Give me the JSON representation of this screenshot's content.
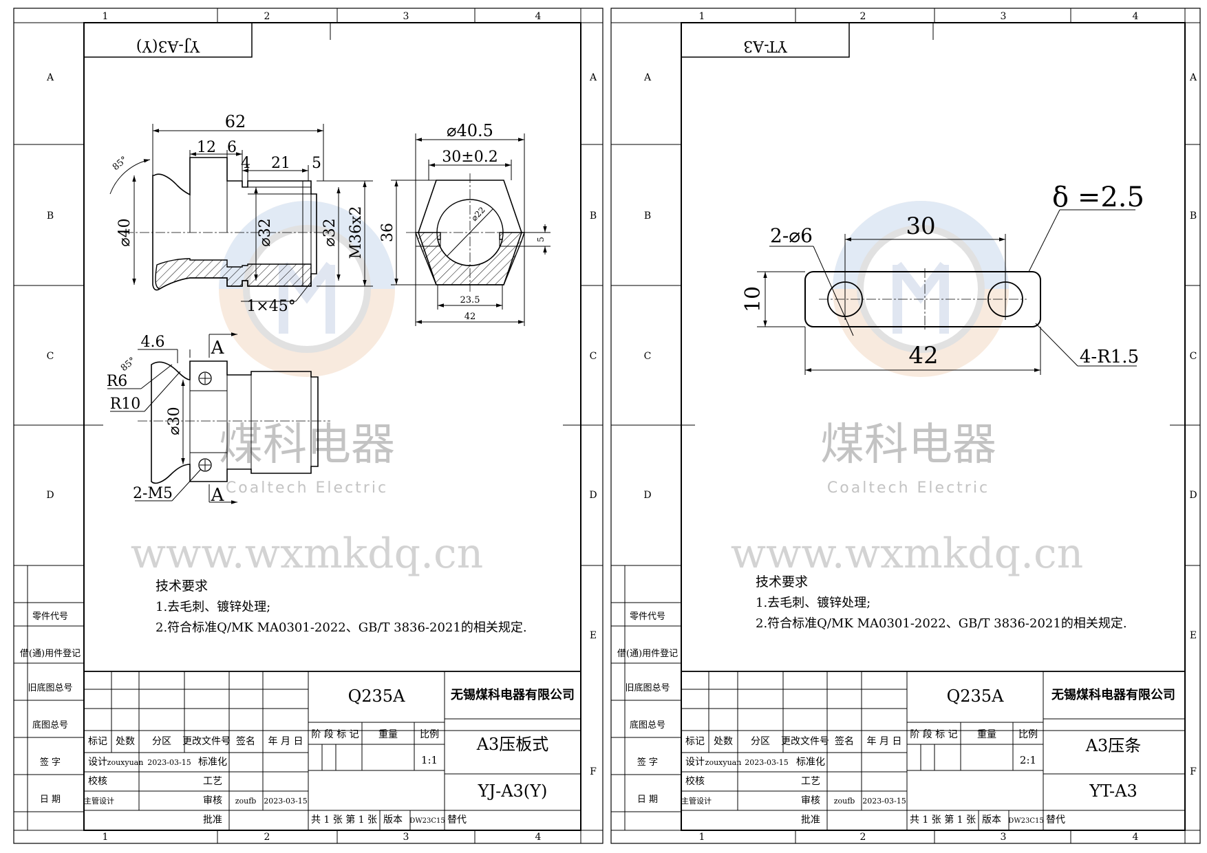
{
  "colors": {
    "ink": "#000000",
    "watermark": "#b8b8b8",
    "watermark_blue": "#b9cbe4",
    "watermark_orange": "#f2c9a8"
  },
  "border": {
    "cols": [
      "1",
      "2",
      "3",
      "4"
    ],
    "rows": [
      "A",
      "B",
      "C",
      "D",
      "E",
      "F"
    ]
  },
  "watermark": {
    "cn": "煤科电器",
    "en": "Coaltech Electric",
    "url": "www.wxmkdq.cn"
  },
  "side_labels": [
    "零件代号",
    "借(通)用件登记",
    "旧底图总号",
    "底图总号",
    "签 字",
    "日 期"
  ],
  "tech": {
    "title": "技术要求",
    "line1": "1.去毛刺、镀锌处理;",
    "line2": "2.符合标准Q/MK MA0301-2022、GB/T 3836-2021的相关规定."
  },
  "title_block_common": {
    "company": "无锡煤科电器有限公司",
    "material": "Q235A",
    "stage_label": "阶 段 标 记",
    "weight_label": "重量",
    "scale_label": "比例",
    "h_mark": "标记",
    "h_count": "处数",
    "h_zone": "分区",
    "h_doc": "更改文件号",
    "h_sign": "签名",
    "h_date": "年 月 日",
    "design": "设计",
    "designer": "zouxyuan",
    "design_date": "2023-03-15",
    "standard": "标准化",
    "check": "校核",
    "craft": "工艺",
    "chief": "主管设计",
    "review": "审核",
    "reviewer": "zoufb",
    "review_date": "2023-03-15",
    "approve": "批准",
    "sheets": "共 1 张  第 1 张",
    "version_label": "版本",
    "version": "DW23C15",
    "replace": "替代"
  },
  "sheet_left": {
    "code_box": "YJ-A3(Y)",
    "part_name": "A3压板式",
    "drawing_no": "YJ-A3(Y)",
    "scale": "1:1",
    "dims": {
      "d62": "62",
      "d12": "12",
      "d6": "6",
      "d4": "4",
      "d21": "21",
      "d5": "5",
      "a85": "85°",
      "a85b": "85°",
      "phi40": "⌀40",
      "phi32a": "⌀32",
      "phi32b": "⌀32",
      "m36": "M36x2",
      "chamfer": "1×45°",
      "phi405": "⌀40.5",
      "d30": "30±0.2",
      "d36": "36",
      "phi22": "⌀22",
      "d5b": "5",
      "d235": "23.5",
      "d42": "42",
      "d46": "4.6",
      "secA1": "A",
      "secA2": "A",
      "r6": "R6",
      "r10": "R10",
      "phi30": "⌀30",
      "m5": "2-M5"
    }
  },
  "sheet_right": {
    "code_box": "YT-A3",
    "part_name": "A3压条",
    "drawing_no": "YT-A3",
    "scale": "2:1",
    "dims": {
      "thickness": "δ =2.5",
      "d30": "30",
      "holes": "2-⌀6",
      "d10": "10",
      "d42": "42",
      "radius": "4-R1.5"
    }
  }
}
